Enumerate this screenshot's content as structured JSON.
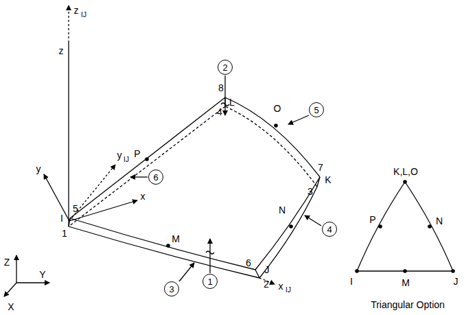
{
  "diagram": {
    "nodes": [
      {
        "text": [
          "1"
        ]
      },
      {
        "text": [
          "2"
        ]
      },
      {
        "text": [
          "3"
        ]
      },
      {
        "text": [
          "4"
        ]
      },
      {
        "text": [
          "5"
        ]
      },
      {
        "text": [
          "6"
        ]
      }
    ],
    "labels": [
      "z",
      "IJ",
      "z",
      "y",
      "y",
      "IJ",
      "x",
      "x",
      "IJ",
      "Z",
      "Y",
      "X",
      "I",
      "1",
      "5",
      "J",
      "2",
      "6",
      "K",
      "3",
      "7",
      "L",
      "4",
      "8",
      "M",
      "N",
      "O",
      "P",
      "K,L,O",
      "P",
      "N",
      "I",
      "M",
      "J",
      "Triangular Option"
    ]
  }
}
